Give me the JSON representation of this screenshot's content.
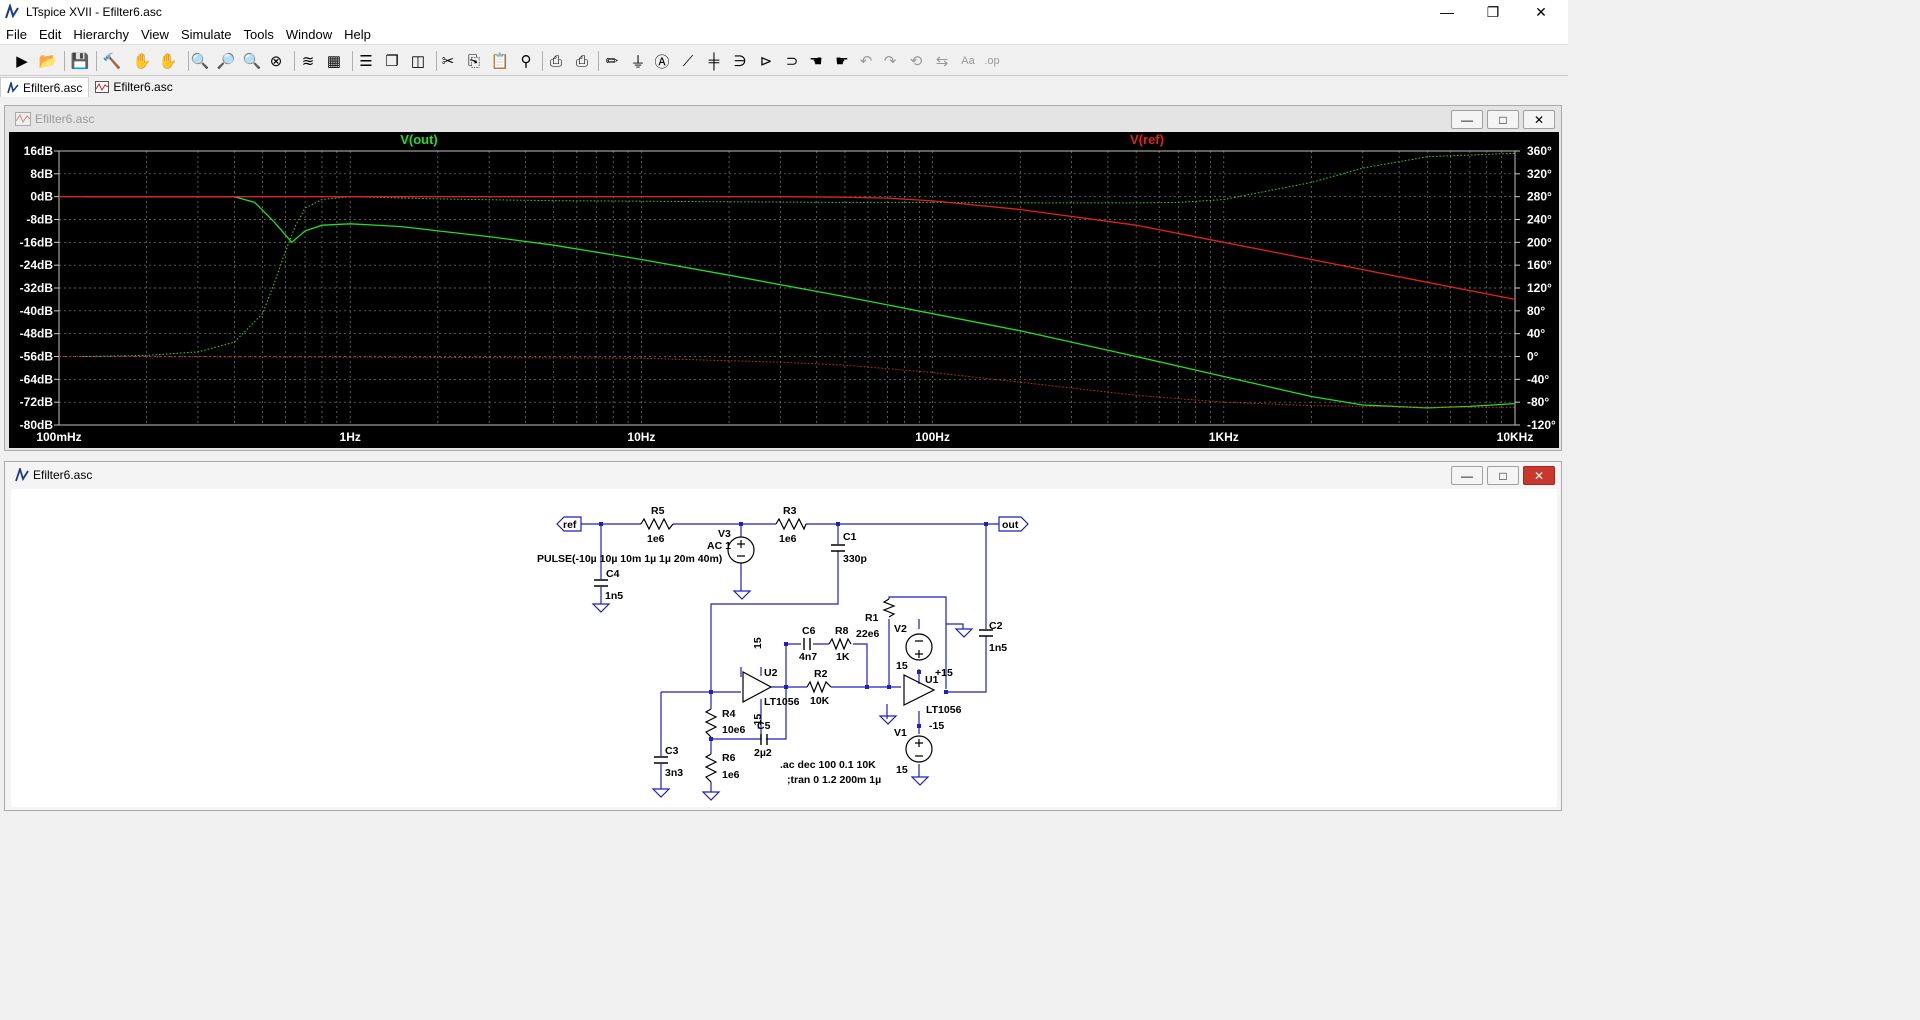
{
  "window": {
    "title": "LTspice XVII - Efilter6.asc"
  },
  "menu": [
    "File",
    "Edit",
    "Hierarchy",
    "View",
    "Simulate",
    "Tools",
    "Window",
    "Help"
  ],
  "toolbar": [
    "run-icon",
    "open-icon",
    "save-icon",
    "control-panel-icon",
    "halt-icon",
    "pan-icon",
    "zoom-in-icon",
    "zoom-box-icon",
    "zoom-out-icon",
    "zoom-fit-icon",
    "autorange-icon",
    "grid-icon",
    "tile-horizontal-icon",
    "cascade-icon",
    "tile-vertical-icon",
    "cut-icon",
    "copy-icon",
    "paste-icon",
    "find-icon",
    "print-icon",
    "print-setup-icon",
    "wire-icon",
    "ground-icon",
    "label-net-icon",
    "resistor-icon",
    "capacitor-icon",
    "inductor-icon",
    "diode-icon",
    "component-icon",
    "move-icon",
    "drag-icon",
    "undo-icon",
    "redo-icon",
    "rotate-icon",
    "mirror-icon",
    "text-icon",
    "spice-directive-icon"
  ],
  "tabs": [
    {
      "label": "Efilter6.asc",
      "kind": "schematic"
    },
    {
      "label": "Efilter6.asc",
      "kind": "waveform"
    }
  ],
  "plot_window": {
    "title": "Efilter6.asc"
  },
  "schematic_window": {
    "title": "Efilter6.asc"
  },
  "chart_data": {
    "type": "line",
    "x_scale": "log",
    "xlim": [
      0.1,
      10000
    ],
    "x_tick_labels": [
      "100mHz",
      "1Hz",
      "10Hz",
      "100Hz",
      "1KHz",
      "10KHz"
    ],
    "y_left_tick_labels": [
      "16dB",
      "8dB",
      "0dB",
      "-8dB",
      "-16dB",
      "-24dB",
      "-32dB",
      "-40dB",
      "-48dB",
      "-56dB",
      "-64dB",
      "-72dB",
      "-80dB"
    ],
    "y_right_tick_labels": [
      "360°",
      "320°",
      "280°",
      "240°",
      "200°",
      "160°",
      "120°",
      "80°",
      "40°",
      "0°",
      "-40°",
      "-80°",
      "-120°"
    ],
    "ylim_left": [
      -80,
      16
    ],
    "ylim_right": [
      -120,
      360
    ],
    "grid": true,
    "series": [
      {
        "name": "V(out)",
        "color": "#22dd22",
        "label_position": "left",
        "magnitude": {
          "x": [
            0.12,
            0.2,
            0.3,
            0.4,
            0.47,
            0.55,
            0.63,
            0.7,
            0.8,
            1,
            1.5,
            2,
            3,
            5,
            10,
            20,
            50,
            100,
            200,
            500,
            1000,
            2000,
            3000,
            5000,
            7000,
            10000
          ],
          "y": [
            0,
            0,
            0,
            0,
            -2,
            -9,
            -16,
            -12,
            -10,
            -9.5,
            -10.5,
            -12,
            -14,
            -17,
            -22,
            -27.5,
            -35,
            -41,
            -47,
            -56,
            -63,
            -70,
            -73,
            -74,
            -73.5,
            -72.5
          ]
        },
        "phase": {
          "x": [
            0.12,
            0.2,
            0.3,
            0.4,
            0.5,
            0.55,
            0.6,
            0.65,
            0.7,
            0.8,
            1,
            2,
            5,
            10,
            20,
            50,
            100,
            200,
            500,
            700,
            1000,
            2000,
            3000,
            5000,
            10000
          ],
          "y": [
            0,
            2,
            8,
            25,
            75,
            130,
            185,
            230,
            260,
            275,
            280,
            276,
            273,
            272,
            271,
            270,
            270,
            269,
            269,
            270,
            275,
            305,
            330,
            350,
            356
          ]
        }
      },
      {
        "name": "V(ref)",
        "color": "#dd2222",
        "label_position": "right",
        "magnitude": {
          "x": [
            0.1,
            1,
            10,
            30,
            50,
            70,
            100,
            200,
            500,
            1000,
            2000,
            5000,
            10000
          ],
          "y": [
            0,
            0,
            0,
            0,
            -0.2,
            -0.5,
            -1.5,
            -4.5,
            -10,
            -16,
            -22,
            -30,
            -36
          ]
        },
        "phase": {
          "x": [
            0.1,
            1,
            10,
            30,
            50,
            100,
            200,
            500,
            1000,
            2000,
            5000,
            10000
          ],
          "y": [
            0,
            -1,
            -3,
            -10,
            -15,
            -28,
            -45,
            -68,
            -80,
            -86,
            -89,
            -89
          ]
        }
      }
    ]
  },
  "schematic": {
    "components": {
      "R5": {
        "name": "R5",
        "value": "1e6"
      },
      "R3": {
        "name": "R3",
        "value": "1e6"
      },
      "R1": {
        "name": "R1",
        "value": "22e6"
      },
      "R8": {
        "name": "R8",
        "value": "1K"
      },
      "R2": {
        "name": "R2",
        "value": "10K"
      },
      "R4": {
        "name": "R4",
        "value": "10e6"
      },
      "R6": {
        "name": "R6",
        "value": "1e6"
      },
      "C1": {
        "name": "C1",
        "value": "330p"
      },
      "C2": {
        "name": "C2",
        "value": "1n5"
      },
      "C3": {
        "name": "C3",
        "value": "3n3"
      },
      "C4": {
        "name": "C4",
        "value": "1n5"
      },
      "C5": {
        "name": "C5",
        "value": "2µ2"
      },
      "C6": {
        "name": "C6",
        "value": "4n7"
      },
      "V1": {
        "name": "V1",
        "value": "15"
      },
      "V2": {
        "name": "V2",
        "value": "15"
      },
      "V3": {
        "name": "V3",
        "ac": "AC 1",
        "value": "PULSE(-10µ 10µ 10m 1µ 1µ 20m 40m)"
      },
      "U1": {
        "name": "U1",
        "model": "LT1056"
      },
      "U2": {
        "name": "U2",
        "model": "LT1056"
      }
    },
    "net_labels": {
      "ref": "ref",
      "out": "out",
      "pos15": "15",
      "neg15": "-15",
      "pos15b": "+15",
      "neg15b": "-15"
    },
    "directives": {
      "ac": ".ac dec 100 0.1 10K",
      "tran": ";tran 0 1.2 200m 1µ"
    }
  }
}
